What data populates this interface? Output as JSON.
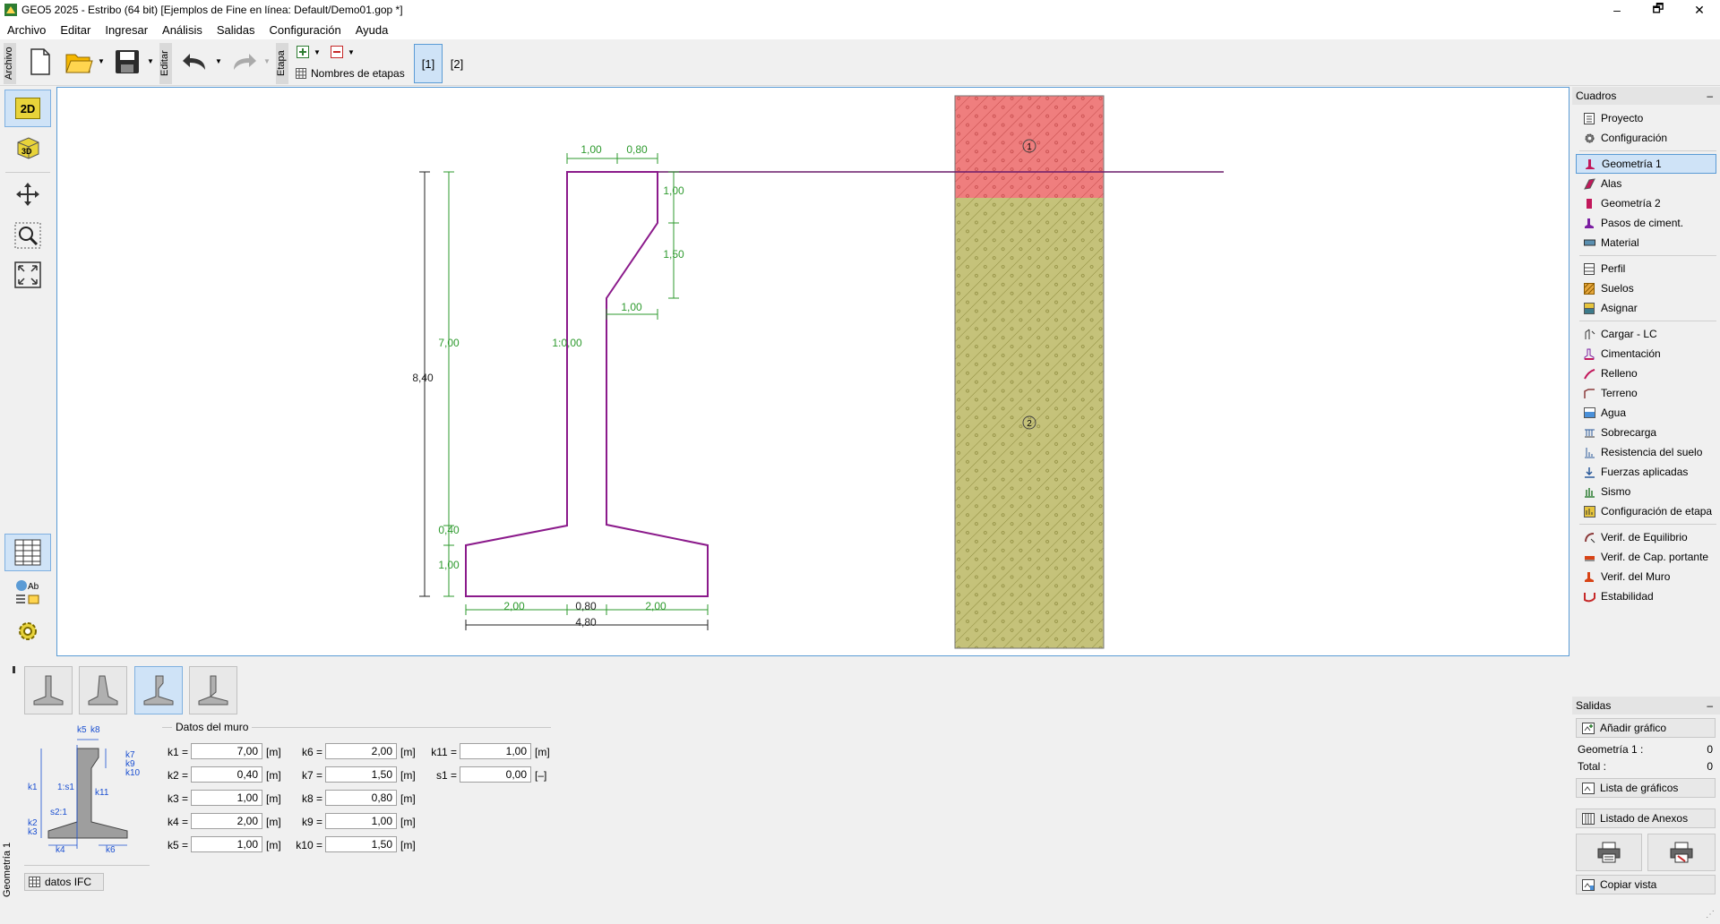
{
  "window": {
    "title": "GEO5 2025 - Estribo (64 bit) [Ejemplos de Fine en línea: Default/Demo01.gop *]",
    "minimize": "–",
    "restore": "🗗",
    "close": "✕"
  },
  "menu": [
    "Archivo",
    "Editar",
    "Ingresar",
    "Análisis",
    "Salidas",
    "Configuración",
    "Ayuda"
  ],
  "toolbar": {
    "archivo_tab": "Archivo",
    "editar_tab": "Editar",
    "etapa_tab": "Etapa",
    "stage_names": "Nombres de etapas",
    "stages": [
      "[1]",
      "[2]"
    ]
  },
  "leftbar": {
    "btn_2d": "2D",
    "btn_3d": "3D"
  },
  "drawing": {
    "top_dims": [
      "1,00",
      "0,80"
    ],
    "right_dims": [
      "1,00",
      "1,50"
    ],
    "inner_dim": "1,00",
    "height_total": "8,40",
    "height_stem": "7,00",
    "slope": "1:0,00",
    "dim_040": "0,40",
    "dim_100": "1,00",
    "base_dims": [
      "2,00",
      "0,80",
      "2,00"
    ],
    "base_total": "4,80",
    "layer_labels": [
      "1",
      "2"
    ]
  },
  "cuadros": {
    "header": "Cuadros",
    "collapse": "–",
    "groups": [
      [
        {
          "label": "Proyecto",
          "icon": "project-icon"
        },
        {
          "label": "Configuración",
          "icon": "gear-icon"
        }
      ],
      [
        {
          "label": "Geometría 1",
          "icon": "wall-geometry-icon",
          "selected": true
        },
        {
          "label": "Alas",
          "icon": "wings-icon"
        },
        {
          "label": "Geometría 2",
          "icon": "geometry2-icon"
        },
        {
          "label": "Pasos de ciment.",
          "icon": "footing-steps-icon"
        },
        {
          "label": "Material",
          "icon": "material-icon"
        }
      ],
      [
        {
          "label": "Perfil",
          "icon": "profile-icon"
        },
        {
          "label": "Suelos",
          "icon": "soils-icon"
        },
        {
          "label": "Asignar",
          "icon": "assign-icon"
        }
      ],
      [
        {
          "label": "Cargar - LC",
          "icon": "load-icon"
        },
        {
          "label": "Cimentación",
          "icon": "foundation-icon"
        },
        {
          "label": "Relleno",
          "icon": "backfill-icon"
        },
        {
          "label": "Terreno",
          "icon": "terrain-icon"
        },
        {
          "label": "Agua",
          "icon": "water-icon"
        },
        {
          "label": "Sobrecarga",
          "icon": "surcharge-icon"
        },
        {
          "label": "Resistencia del suelo",
          "icon": "front-face-resistance-icon"
        },
        {
          "label": "Fuerzas aplicadas",
          "icon": "applied-forces-icon"
        },
        {
          "label": "Sismo",
          "icon": "earthquake-icon"
        },
        {
          "label": "Configuración de etapa",
          "icon": "stage-settings-icon"
        }
      ],
      [
        {
          "label": "Verif. de Equilibrio",
          "icon": "equilibrium-icon"
        },
        {
          "label": "Verif. de Cap. portante",
          "icon": "bearing-capacity-icon"
        },
        {
          "label": "Verif. del Muro",
          "icon": "wall-check-icon"
        },
        {
          "label": "Estabilidad",
          "icon": "stability-icon"
        }
      ]
    ]
  },
  "salidas": {
    "header": "Salidas",
    "collapse": "–",
    "add_picture": "Añadir gráfico",
    "geometry_count_label": "Geometría 1 :",
    "geometry_count": "0",
    "total_label": "Total :",
    "total_count": "0",
    "list_pictures": "Lista de gráficos",
    "attachments": "Listado de Anexos",
    "copy_view": "Copiar vista"
  },
  "wall_data": {
    "group_title": "Datos del muro",
    "side_label": "Geometría 1",
    "ifc_button": "datos IFC",
    "fields": [
      {
        "label": "k1 =",
        "value": "7,00",
        "unit": "[m]"
      },
      {
        "label": "k2 =",
        "value": "0,40",
        "unit": "[m]"
      },
      {
        "label": "k3 =",
        "value": "1,00",
        "unit": "[m]"
      },
      {
        "label": "k4 =",
        "value": "2,00",
        "unit": "[m]"
      },
      {
        "label": "k5 =",
        "value": "1,00",
        "unit": "[m]"
      },
      {
        "label": "k6 =",
        "value": "2,00",
        "unit": "[m]"
      },
      {
        "label": "k7 =",
        "value": "1,50",
        "unit": "[m]"
      },
      {
        "label": "k8 =",
        "value": "0,80",
        "unit": "[m]"
      },
      {
        "label": "k9 =",
        "value": "1,00",
        "unit": "[m]"
      },
      {
        "label": "k10 =",
        "value": "1,50",
        "unit": "[m]"
      },
      {
        "label": "k11 =",
        "value": "1,00",
        "unit": "[m]"
      },
      {
        "label": "s1 =",
        "value": "0,00",
        "unit": "[–]"
      }
    ]
  }
}
